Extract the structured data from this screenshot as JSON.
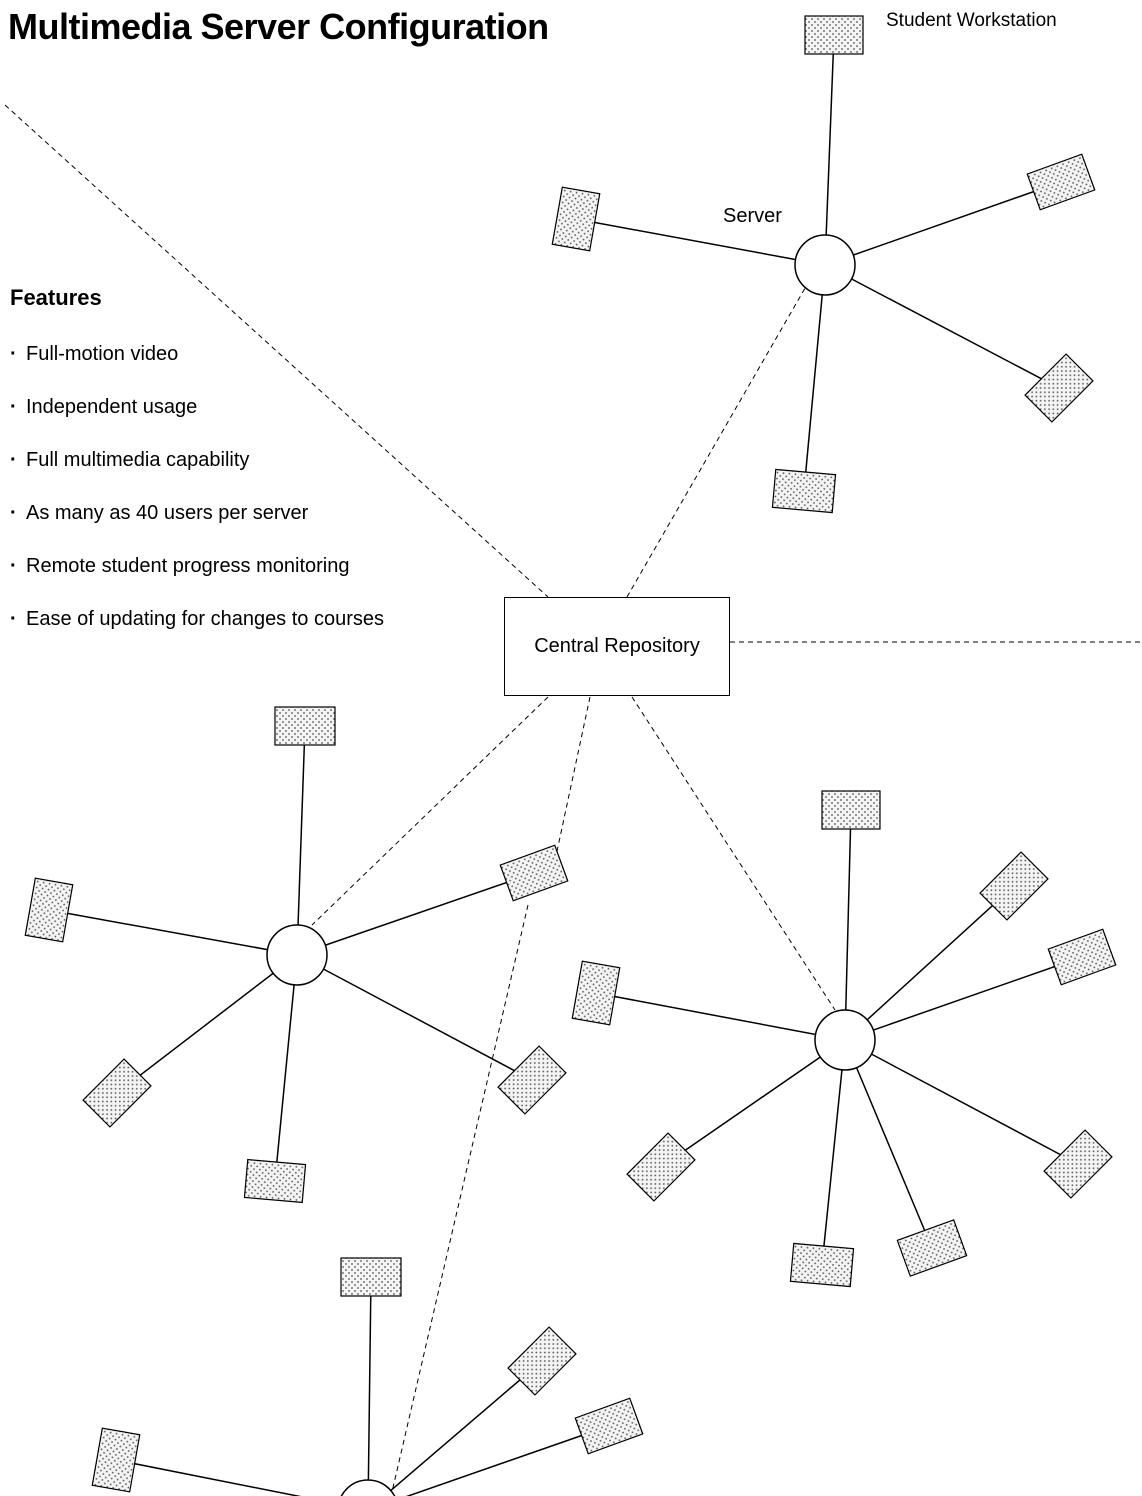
{
  "title": "Multimedia Server Configuration",
  "legend": {
    "workstation_label": "Student Workstation"
  },
  "server_label": "Server",
  "features": {
    "heading": "Features",
    "items": [
      "Full-motion video",
      "Independent usage",
      "Full multimedia capability",
      "As many as 40 users per server",
      "Remote student progress monitoring",
      "Ease of updating for changes to courses"
    ]
  },
  "central_repository": {
    "label": "Central Repository"
  },
  "colors": {
    "line": "#000000",
    "workstation_fill": "#f4f4f4",
    "dot": "#555555"
  },
  "icons": {
    "server": "circle",
    "workstation": "dotted-rectangle"
  }
}
